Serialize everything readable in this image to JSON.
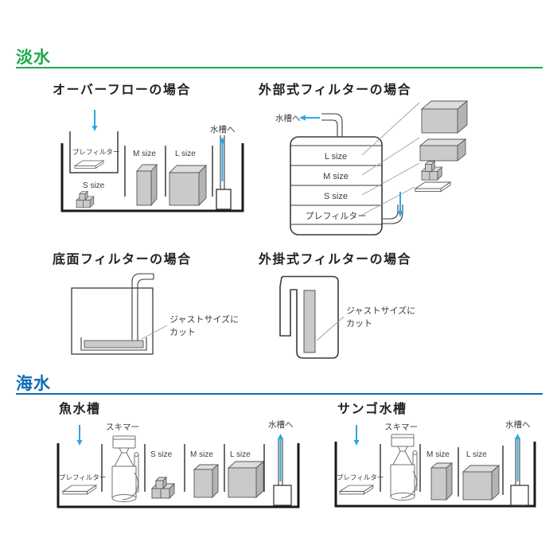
{
  "colors": {
    "freshwater_green": "#1fa84d",
    "saltwater_blue": "#0f6cb6",
    "arrow_blue": "#2da7e0",
    "block_gray": "#c9caca"
  },
  "freshwater": {
    "heading": "淡水",
    "overflow": {
      "title": "オーバーフローの場合",
      "to_tank": "水槽へ",
      "prefilter": "プレフィルター",
      "s_size": "S size",
      "m_size": "M size",
      "l_size": "L size"
    },
    "external": {
      "title": "外部式フィルターの場合",
      "to_tank": "水槽へ",
      "l_size": "L size",
      "m_size": "M size",
      "s_size": "S size",
      "prefilter": "プレフィルター"
    },
    "bottom": {
      "title": "底面フィルターの場合",
      "note1": "ジャストサイズに",
      "note2": "カット"
    },
    "hangon": {
      "title": "外掛式フィルターの場合",
      "note1": "ジャストサイズに",
      "note2": "カット"
    }
  },
  "saltwater": {
    "heading": "海水",
    "fish": {
      "title": "魚水槽",
      "to_tank": "水槽へ",
      "skimmer": "スキマー",
      "prefilter": "プレフィルター",
      "s_size": "S size",
      "m_size": "M size",
      "l_size": "L size"
    },
    "coral": {
      "title": "サンゴ水槽",
      "to_tank": "水槽へ",
      "skimmer": "スキマー",
      "prefilter": "プレフィルター",
      "m_size": "M size",
      "l_size": "L size"
    }
  }
}
